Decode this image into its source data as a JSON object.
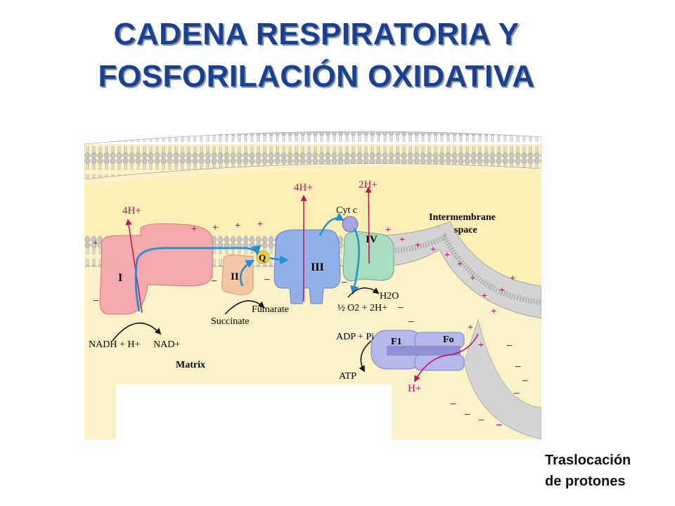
{
  "title": {
    "line1": "CADENA RESPIRATORIA Y",
    "line2": "FOSFORILACIÓN OXIDATIVA"
  },
  "diagram": {
    "complexes": {
      "c1": "I",
      "c2": "II",
      "c3": "III",
      "c4": "IV",
      "q": "Q",
      "cytc": "Cyt c",
      "f0": "Fo",
      "f1": "F1"
    },
    "protons": {
      "p1": "4H+",
      "p3": "4H+",
      "p4": "2H+",
      "atp_h": "H+"
    },
    "reactions": {
      "nadh": "NADH + H+",
      "nad": "NAD+",
      "succinate": "Succinate",
      "fumarate": "Fumarate",
      "o2": "½ O2 + 2H+",
      "h2o": "H2O",
      "adp": "ADP + Pi",
      "atp": "ATP"
    },
    "regions": {
      "intermembrane_1": "Intermembrane",
      "intermembrane_2": "space",
      "matrix": "Matrix"
    },
    "colors": {
      "complex_I": "#f4a9ad",
      "complex_II": "#f5c6a4",
      "complex_III": "#93b1e8",
      "complex_IV": "#a8dcc1",
      "atp_synthase": "#b6b8ea",
      "electron_arrow": "#1f8fd8",
      "proton_arrow": "#c0105e",
      "intermembrane_bg": "#fbefb3",
      "matrix_bg": "#faf1c7"
    }
  },
  "caption": {
    "line1": "Traslocación",
    "line2": "de protones"
  }
}
